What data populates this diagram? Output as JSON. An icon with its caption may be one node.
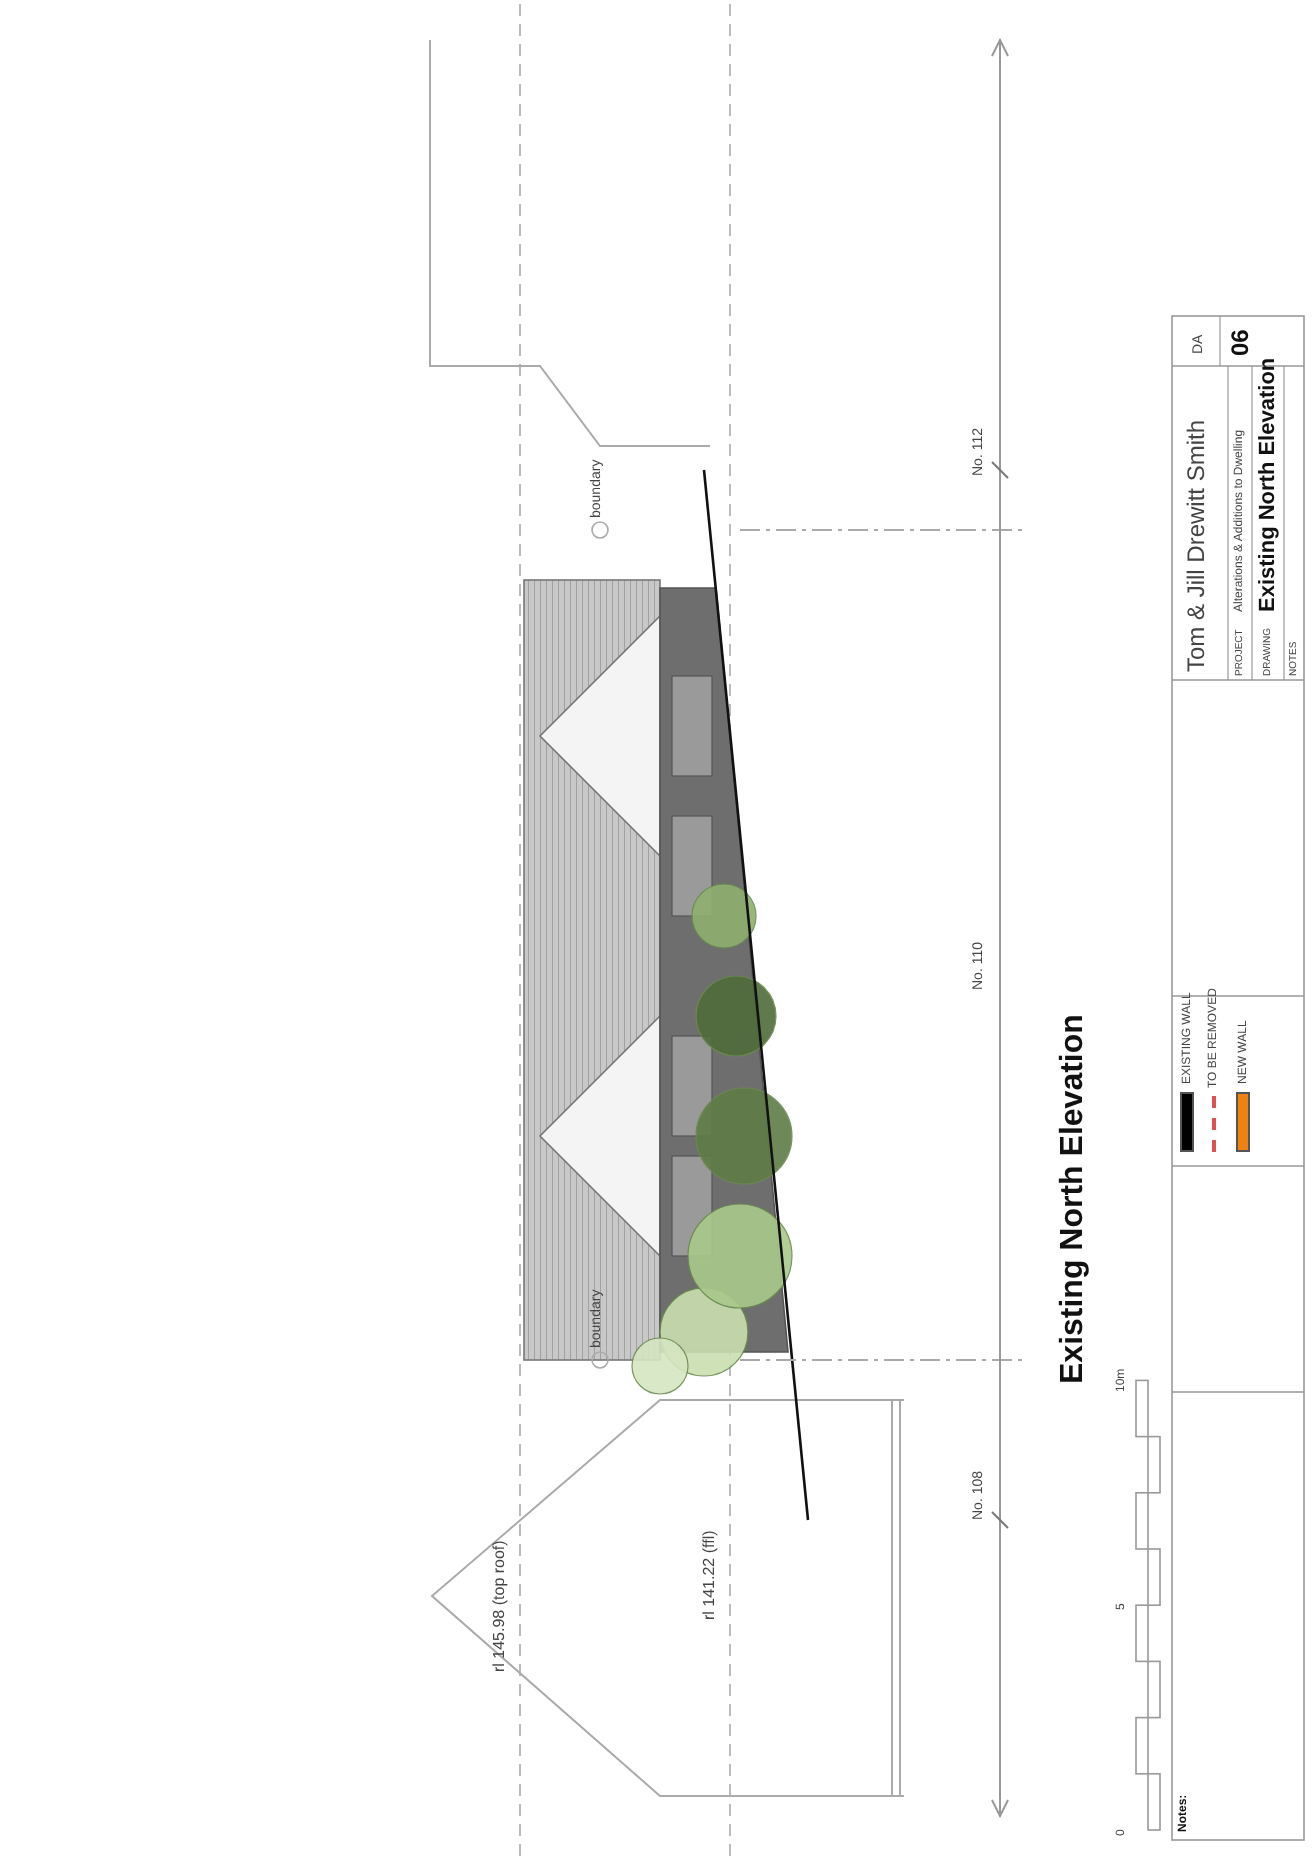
{
  "diagram": {
    "title": "Existing North Elevation",
    "labels": [
      "rl 145.98 (top roof)",
      "rl 141.22 (ffl)",
      "boundary",
      "boundary",
      "No. 108",
      "No. 110",
      "No. 112",
      "0",
      "5",
      "10m",
      "Notes:",
      "Tom & Jill Drewitt Smith",
      "PROJECT",
      "Alterations & Additions to Dwelling",
      "DRAWING",
      "Existing North Elevation",
      "NOTES",
      "06",
      "DA"
    ],
    "legend": [
      {
        "text": "EXISTING WALL",
        "color": "#000000"
      },
      {
        "text": "TO BE REMOVED"
      },
      {
        "text": "NEW WALL",
        "color": "#f08010"
      }
    ]
  }
}
